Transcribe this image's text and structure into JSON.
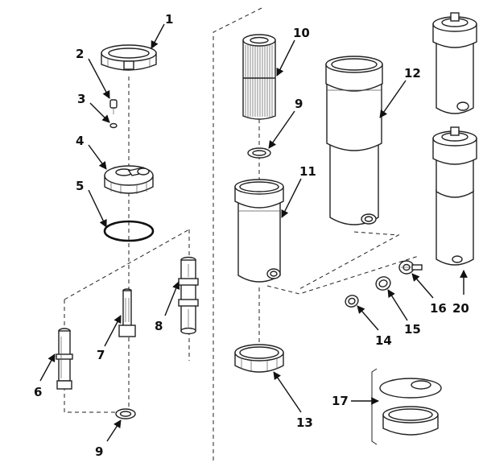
{
  "diagram": {
    "labels": {
      "p1": "1",
      "p2": "2",
      "p3": "3",
      "p4": "4",
      "p5": "5",
      "p6": "6",
      "p7": "7",
      "p8": "8",
      "p9a": "9",
      "p9b": "9",
      "p10": "10",
      "p11": "11",
      "p12": "12",
      "p13": "13",
      "p14": "14",
      "p15": "15",
      "p16": "16",
      "p17": "17",
      "p20": "20"
    }
  }
}
